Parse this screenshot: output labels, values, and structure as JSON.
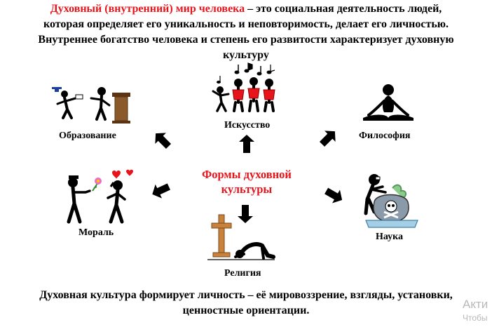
{
  "intro": {
    "term": "Духовный (внутренний) мир человека",
    "line1_rest": " – это социальная деятельность людей,",
    "line2": "которая определяет его уникальность и неповторимость, делает его личностью.",
    "line3": "Внутреннее богатство человека и степень его развитости характеризует духовную",
    "line4": "культуру"
  },
  "center": {
    "line1": "Формы духовной",
    "line2": "культуры"
  },
  "forms": {
    "education": "Образование",
    "art": "Искусство",
    "philosophy": "Философия",
    "morality": "Мораль",
    "science": "Наука",
    "religion": "Религия"
  },
  "outro": {
    "line1": "Духовная культура формирует личность – её мировоззрение, взгляды, установки,",
    "line2": "ценностные ориентации."
  },
  "watermark": {
    "line1": "Акти",
    "line2": "Чтобы"
  },
  "colors": {
    "accent_red": "#e8141c",
    "black": "#000000",
    "podium_brown": "#8b5a2b",
    "cross_brown": "#c8823c",
    "heart_red": "#e8141c"
  }
}
